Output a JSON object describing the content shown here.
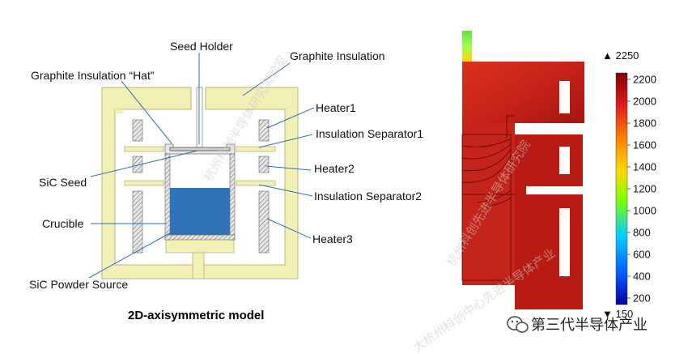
{
  "left_diagram": {
    "labels": {
      "seed_holder": "Seed Holder",
      "graphite_insulation": "Graphite Insulation",
      "graphite_hat": "Graphite Insulation “Hat”",
      "heater1": "Heater1",
      "insulation_separator1": "Insulation Separator1",
      "sic_seed": "SiC Seed",
      "heater2": "Heater2",
      "insulation_separator2": "Insulation Separator2",
      "crucible": "Crucible",
      "heater3": "Heater3",
      "sic_powder_source": "SiC Powder Source"
    },
    "caption": "2D-axisymmetric model",
    "colors": {
      "insulation": "#f3f0b5",
      "insulation_edge": "#b8b57a",
      "powder": "#2f74b8",
      "heater_hatch": "#777777"
    }
  },
  "colorbar": {
    "max_marker": "▲ 2250",
    "min_marker": "▼ 150",
    "ticks": [
      "2200",
      "2000",
      "1800",
      "1600",
      "1400",
      "1200",
      "1000",
      "800",
      "600",
      "400",
      "200"
    ],
    "colors": [
      "#7f0000",
      "#e31a1c",
      "#ff7f00",
      "#ffd700",
      "#7fff00",
      "#00d0ff",
      "#0050ff",
      "#0000a0"
    ]
  },
  "watermark": {
    "text_left": "杭州科创半导体研究实验室",
    "text_right": "杭州科创先进半导体研究院",
    "text_bottom": "大杭州科创中心先进半导体产业"
  },
  "brand": {
    "icon": "wechat-icon",
    "text": "第三代半导体产业"
  }
}
